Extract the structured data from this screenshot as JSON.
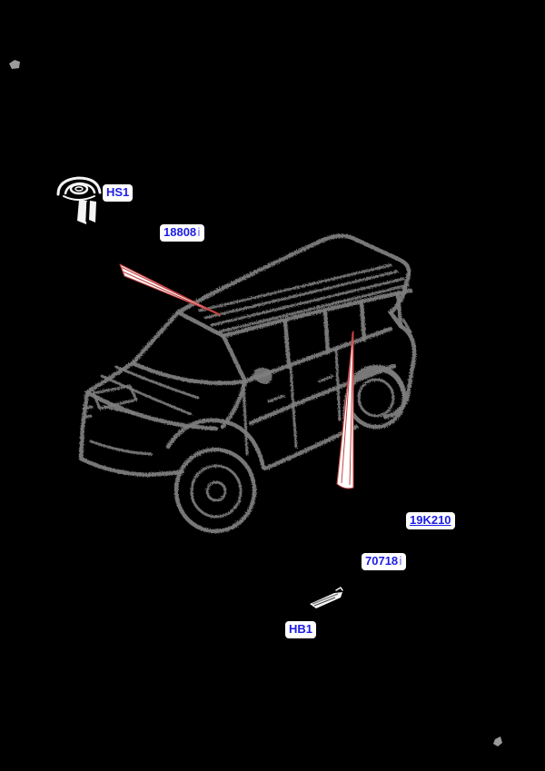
{
  "diagram": {
    "callouts": [
      {
        "id": "hs1",
        "label": "HS1"
      },
      {
        "id": "18808",
        "label": "18808",
        "suffix": "i"
      },
      {
        "id": "19k210",
        "label": "19K210",
        "underlined": "true"
      },
      {
        "id": "70718",
        "label": "70718",
        "suffix": "i"
      },
      {
        "id": "hb1",
        "label": "HB1"
      }
    ],
    "colors": {
      "background": "#000000",
      "label_text": "#1d1de6",
      "label_background": "#ffffff",
      "leader_line": "#c34343",
      "vehicle_line": "#7d7d7d",
      "part_line": "#f5f5f5",
      "artifact_gray": "#9a9a9a"
    }
  }
}
